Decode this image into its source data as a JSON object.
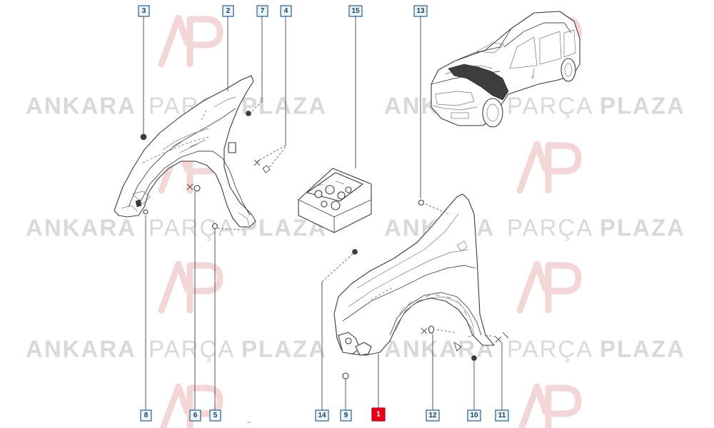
{
  "watermark": {
    "word_1": "ANKARA",
    "word_2": "PARÇA",
    "word_3": "PLAZA",
    "color": "#d9d9d9",
    "logo_color": "#e8b4b4"
  },
  "callouts": {
    "n1": "1",
    "n2": "2",
    "n3": "3",
    "n4": "4",
    "n5": "5",
    "n6": "6",
    "n7": "7",
    "n8": "8",
    "n9": "9",
    "n10": "10",
    "n11": "11",
    "n12": "12",
    "n13": "13",
    "n14": "14",
    "n15": "15"
  },
  "colors": {
    "callout_fill": "#eaf4fb",
    "callout_border": "#2f5d87",
    "highlight": "#e8001c"
  }
}
